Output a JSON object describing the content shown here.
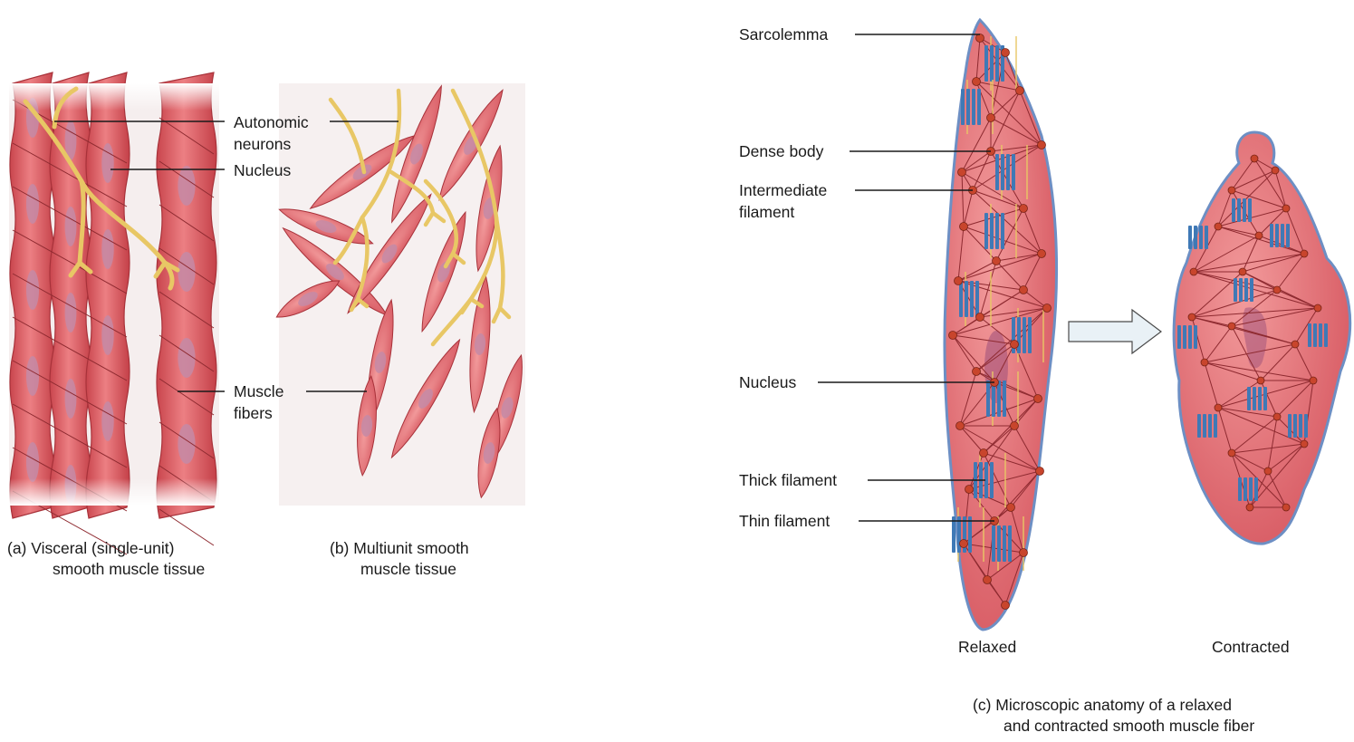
{
  "panel_a": {
    "caption_line1": "(a) Visceral (single-unit)",
    "caption_line2": "smooth muscle tissue"
  },
  "panel_b": {
    "caption_line1": "(b) Multiunit smooth",
    "caption_line2": "muscle tissue"
  },
  "panel_c": {
    "caption_line1": "(c) Microscopic anatomy of a relaxed",
    "caption_line2": "and contracted smooth muscle fiber",
    "state_relaxed": "Relaxed",
    "state_contracted": "Contracted"
  },
  "labels_ab": {
    "autonomic_line1": "Autonomic",
    "autonomic_line2": "neurons",
    "nucleus": "Nucleus",
    "muscle_line1": "Muscle",
    "muscle_line2": "fibers"
  },
  "labels_c": {
    "sarcolemma": "Sarcolemma",
    "dense_body": "Dense body",
    "intermediate_line1": "Intermediate",
    "intermediate_line2": "filament",
    "nucleus": "Nucleus",
    "thick_filament": "Thick filament",
    "thin_filament": "Thin filament"
  },
  "colors": {
    "muscle_fill": "#e0646a",
    "muscle_dark": "#a8323a",
    "nucleus": "#c48aa6",
    "neuron": "#e8c765",
    "sarcolemma_edge": "#6d8fc4",
    "dense_body": "#c8452c",
    "thick_filament": "#3f79b6",
    "leader_line": "#1a1a1a"
  }
}
